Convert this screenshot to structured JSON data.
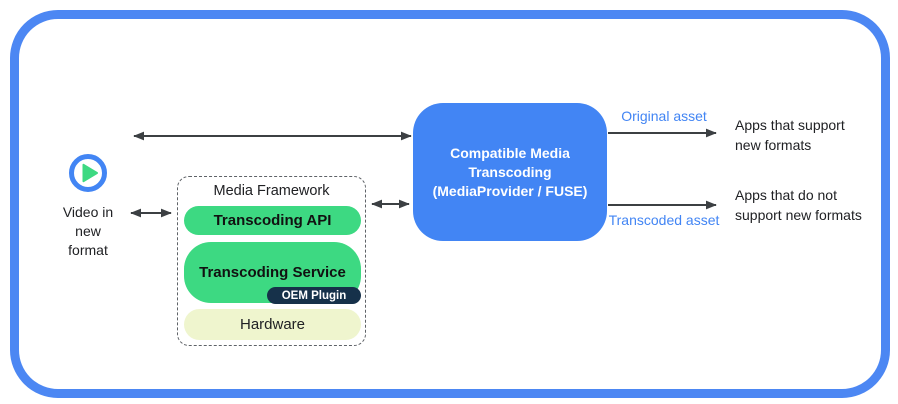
{
  "colors": {
    "frame_blue": "#4c87f3",
    "box_blue": "#4285f4",
    "label_blue": "#4285f4",
    "pill_green": "#3dd982",
    "hardware_yellow": "#eff5ce",
    "oem_navy": "#16314a",
    "arrow_gray": "#3c4043"
  },
  "left": {
    "play_icon": "play-icon",
    "video_label": "Video in\nnew\nformat"
  },
  "media_framework": {
    "title": "Media Framework",
    "layers": {
      "api": "Transcoding API",
      "service": "Transcoding Service",
      "oem": "OEM Plugin",
      "hardware": "Hardware"
    }
  },
  "transcoding_box": {
    "label": "Compatible Media\nTranscoding\n(MediaProvider / FUSE)"
  },
  "outputs": {
    "original": {
      "label": "Original asset",
      "target": "Apps that support\nnew formats"
    },
    "transcoded": {
      "label": "Transcoded asset",
      "target": "Apps that do not\nsupport new formats"
    }
  }
}
